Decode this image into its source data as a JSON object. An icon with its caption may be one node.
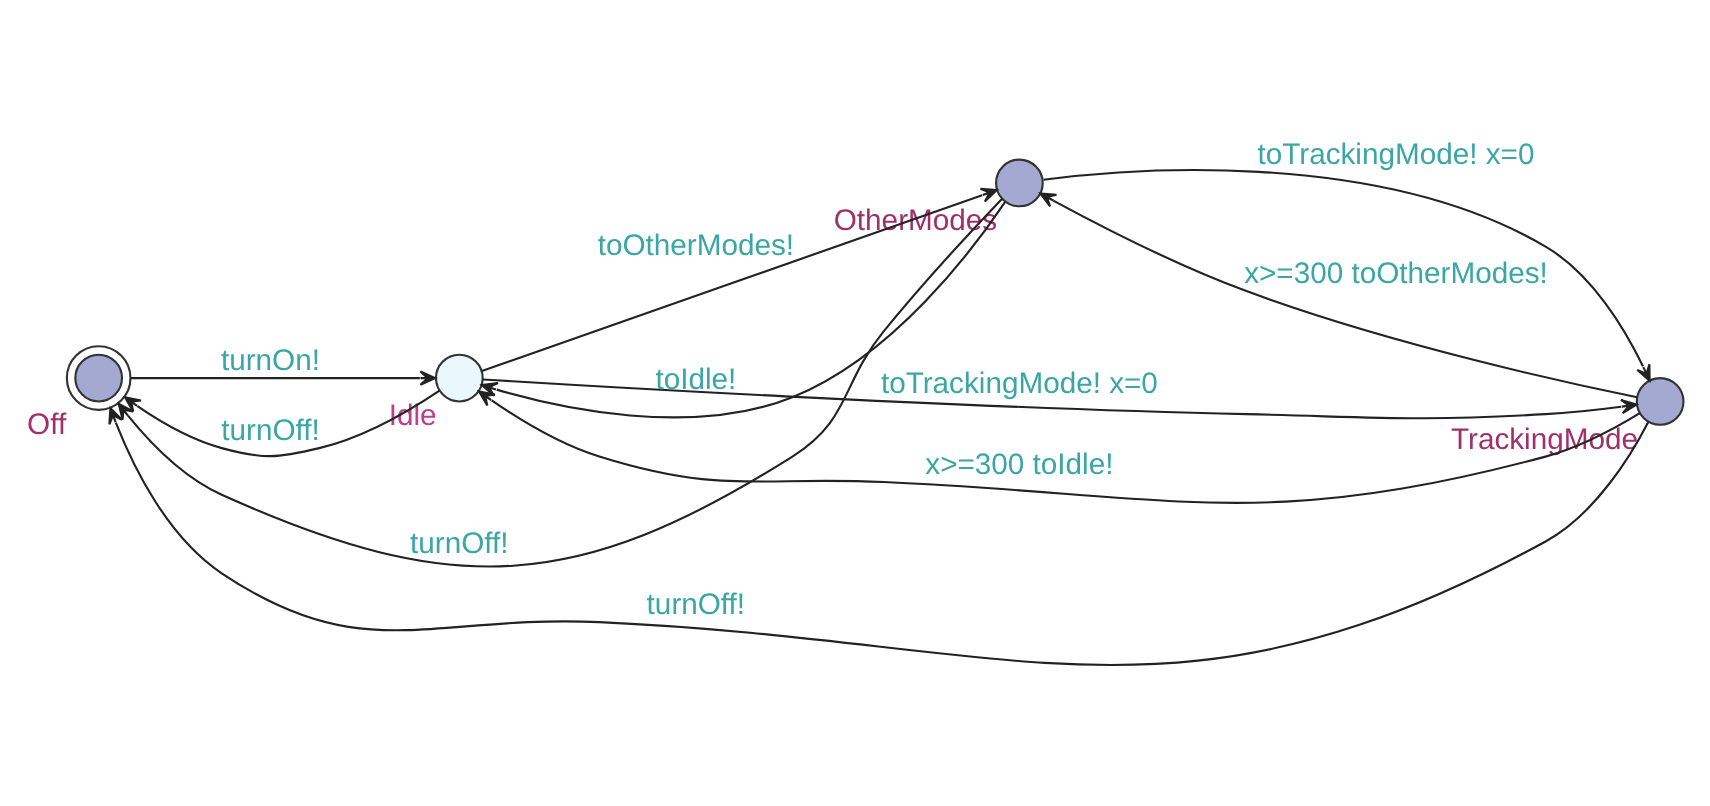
{
  "diagram": {
    "nodes": [
      {
        "text": [
          "Off"
        ]
      },
      {
        "text": [
          "Idle"
        ]
      },
      {
        "text": [
          "OtherModes"
        ]
      },
      {
        "text": [
          "TrackingMode"
        ]
      }
    ],
    "edges": [
      {
        "from": 2,
        "to": 0,
        "arrow": "to",
        "label": "turnOff!"
      },
      {
        "from": 0,
        "to": 1,
        "arrow": "to",
        "label": "turnOn!"
      },
      {
        "from": 1,
        "to": 0,
        "arrow": "to",
        "label": "turnOff!"
      },
      {
        "from": 3,
        "to": 0,
        "arrow": "to",
        "label": "turnOff!"
      },
      {
        "from": 1,
        "to": 2,
        "arrow": "to",
        "label": "toOtherModes!"
      },
      {
        "from": 2,
        "to": 1,
        "arrow": "to",
        "label": "toIdle!"
      },
      {
        "from": 1,
        "to": 3,
        "arrow": "to",
        "label": "toTrackingMode! x=0"
      },
      {
        "from": 3,
        "to": 1,
        "arrow": "to",
        "label": "x>=300 toIdle!"
      },
      {
        "from": 3,
        "to": 2,
        "arrow": "to",
        "label": "x>=300 toOtherModes!"
      },
      {
        "from": 2,
        "to": 3,
        "arrow": "to",
        "label": "toTrackingMode! x=0"
      }
    ]
  }
}
